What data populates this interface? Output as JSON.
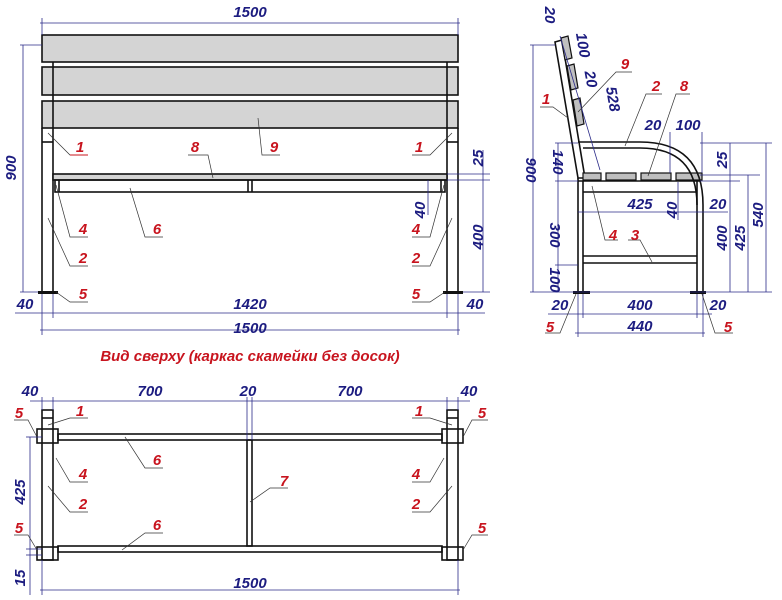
{
  "front_view": {
    "dims": [
      "1500",
      "900",
      "25",
      "40",
      "400",
      "40",
      "1420",
      "1500",
      "40"
    ],
    "callouts": [
      "1",
      "8",
      "9",
      "1",
      "4",
      "6",
      "4",
      "2",
      "2",
      "5",
      "5"
    ]
  },
  "side_view": {
    "dims": [
      "20",
      "100",
      "20",
      "528",
      "20",
      "100",
      "140",
      "900",
      "25",
      "425",
      "40",
      "20",
      "300",
      "400",
      "425",
      "540",
      "100",
      "20",
      "400",
      "20",
      "440"
    ],
    "callouts": [
      "1",
      "9",
      "2",
      "8",
      "4",
      "3",
      "5",
      "5"
    ]
  },
  "top_view": {
    "title": "Вид сверху (каркас скамейки без досок)",
    "dims": [
      "40",
      "700",
      "20",
      "700",
      "40",
      "425",
      "15",
      "1500"
    ],
    "callouts": [
      "5",
      "1",
      "1",
      "5",
      "6",
      "4",
      "2",
      "7",
      "6",
      "4",
      "2",
      "5",
      "5"
    ]
  },
  "colors": {
    "dimension": "#1c1c80",
    "callout": "#c8141e",
    "board": "#d4d4d4"
  }
}
